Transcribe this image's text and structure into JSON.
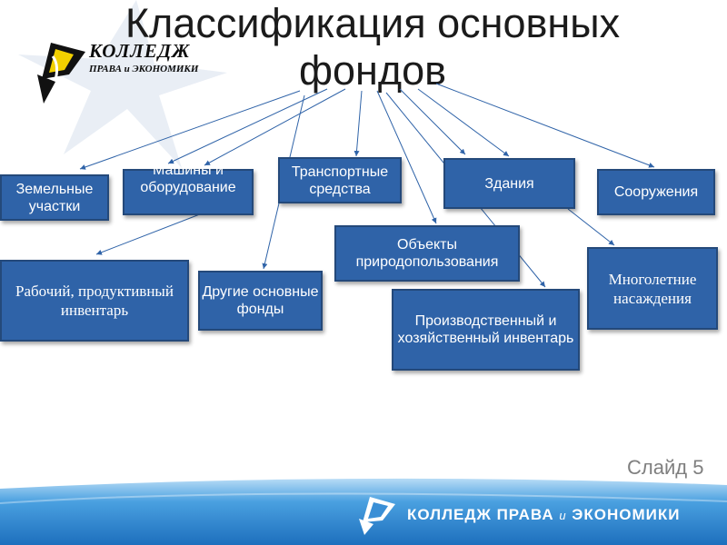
{
  "title": "Классификация основных фондов",
  "logo": {
    "line1": "КОЛЛЕДЖ",
    "line2": "ПРАВА и ЭКОНОМИКИ"
  },
  "boxes": {
    "land": "Земельные участки",
    "machines": "Машины и оборудование",
    "transport": "Транспортные средства",
    "buildings": "Здания",
    "structures": "Сооружения",
    "natural": "Объекты природопользования",
    "working": "Рабочий, продуктивный инвентарь",
    "other": "Другие основные фонды",
    "production": "Производственный и хозяйственный инвентарь",
    "perennial": "Многолетние насаждения"
  },
  "slide_label": "Слайд 5",
  "footer": {
    "text_main": "КОЛЛЕДЖ ПРАВА ",
    "text_small": "и",
    "text_end": " ЭКОНОМИКИ"
  },
  "colors": {
    "box_fill": "#2f63a8",
    "box_border": "#24497a",
    "footer": "#3a8fd6"
  }
}
